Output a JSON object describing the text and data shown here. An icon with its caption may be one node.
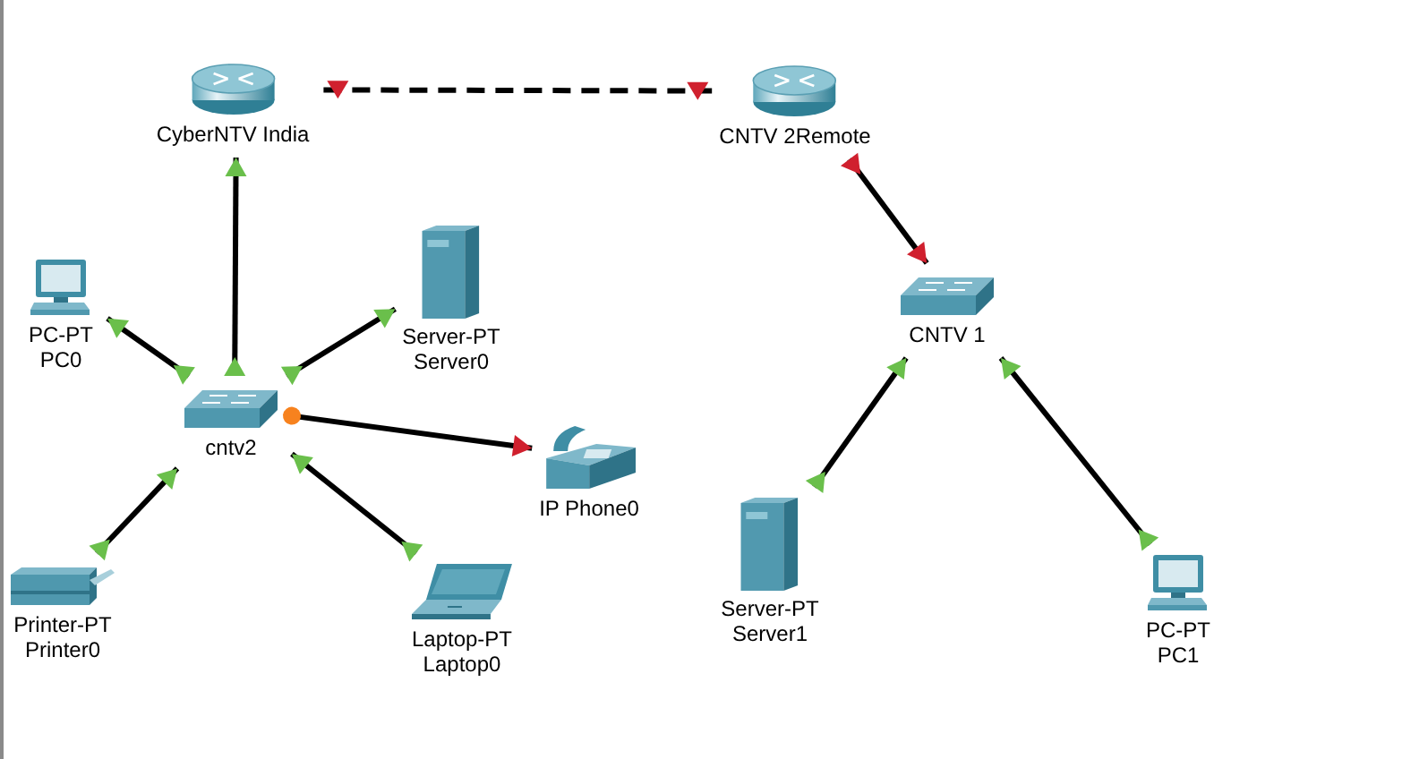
{
  "diagram": {
    "nodes": [
      {
        "text": [
          "CyberNTV India"
        ]
      },
      {
        "text": [
          "CNTV 2Remote"
        ]
      },
      {
        "text": [
          "PC-PT",
          "PC0"
        ]
      },
      {
        "text": [
          "Server-PT",
          "Server0"
        ]
      },
      {
        "text": [
          "cntv2"
        ]
      },
      {
        "text": [
          "CNTV 1"
        ]
      },
      {
        "text": [
          "IP Phone0"
        ]
      },
      {
        "text": [
          "Printer-PT",
          "Printer0"
        ]
      },
      {
        "text": [
          "Laptop-PT",
          "Laptop0"
        ]
      },
      {
        "text": [
          "Server-PT",
          "Server1"
        ]
      },
      {
        "text": [
          "PC-PT",
          "PC1"
        ]
      }
    ],
    "edges": [
      {
        "from": 0,
        "to": 1,
        "arrow": "none",
        "style": "dashed"
      },
      {
        "from": 4,
        "to": 0,
        "arrow": "to"
      },
      {
        "from": 4,
        "to": 2,
        "arrow": "to"
      },
      {
        "from": 4,
        "to": 3,
        "arrow": "to"
      },
      {
        "from": 4,
        "to": 6,
        "arrow": "to"
      },
      {
        "from": 7,
        "to": 4,
        "arrow": "to"
      },
      {
        "from": 8,
        "to": 4,
        "arrow": "to"
      },
      {
        "from": 1,
        "to": 5,
        "arrow": "to"
      },
      {
        "from": 9,
        "to": 5,
        "arrow": "to"
      },
      {
        "from": 10,
        "to": 5,
        "arrow": "to"
      }
    ]
  }
}
